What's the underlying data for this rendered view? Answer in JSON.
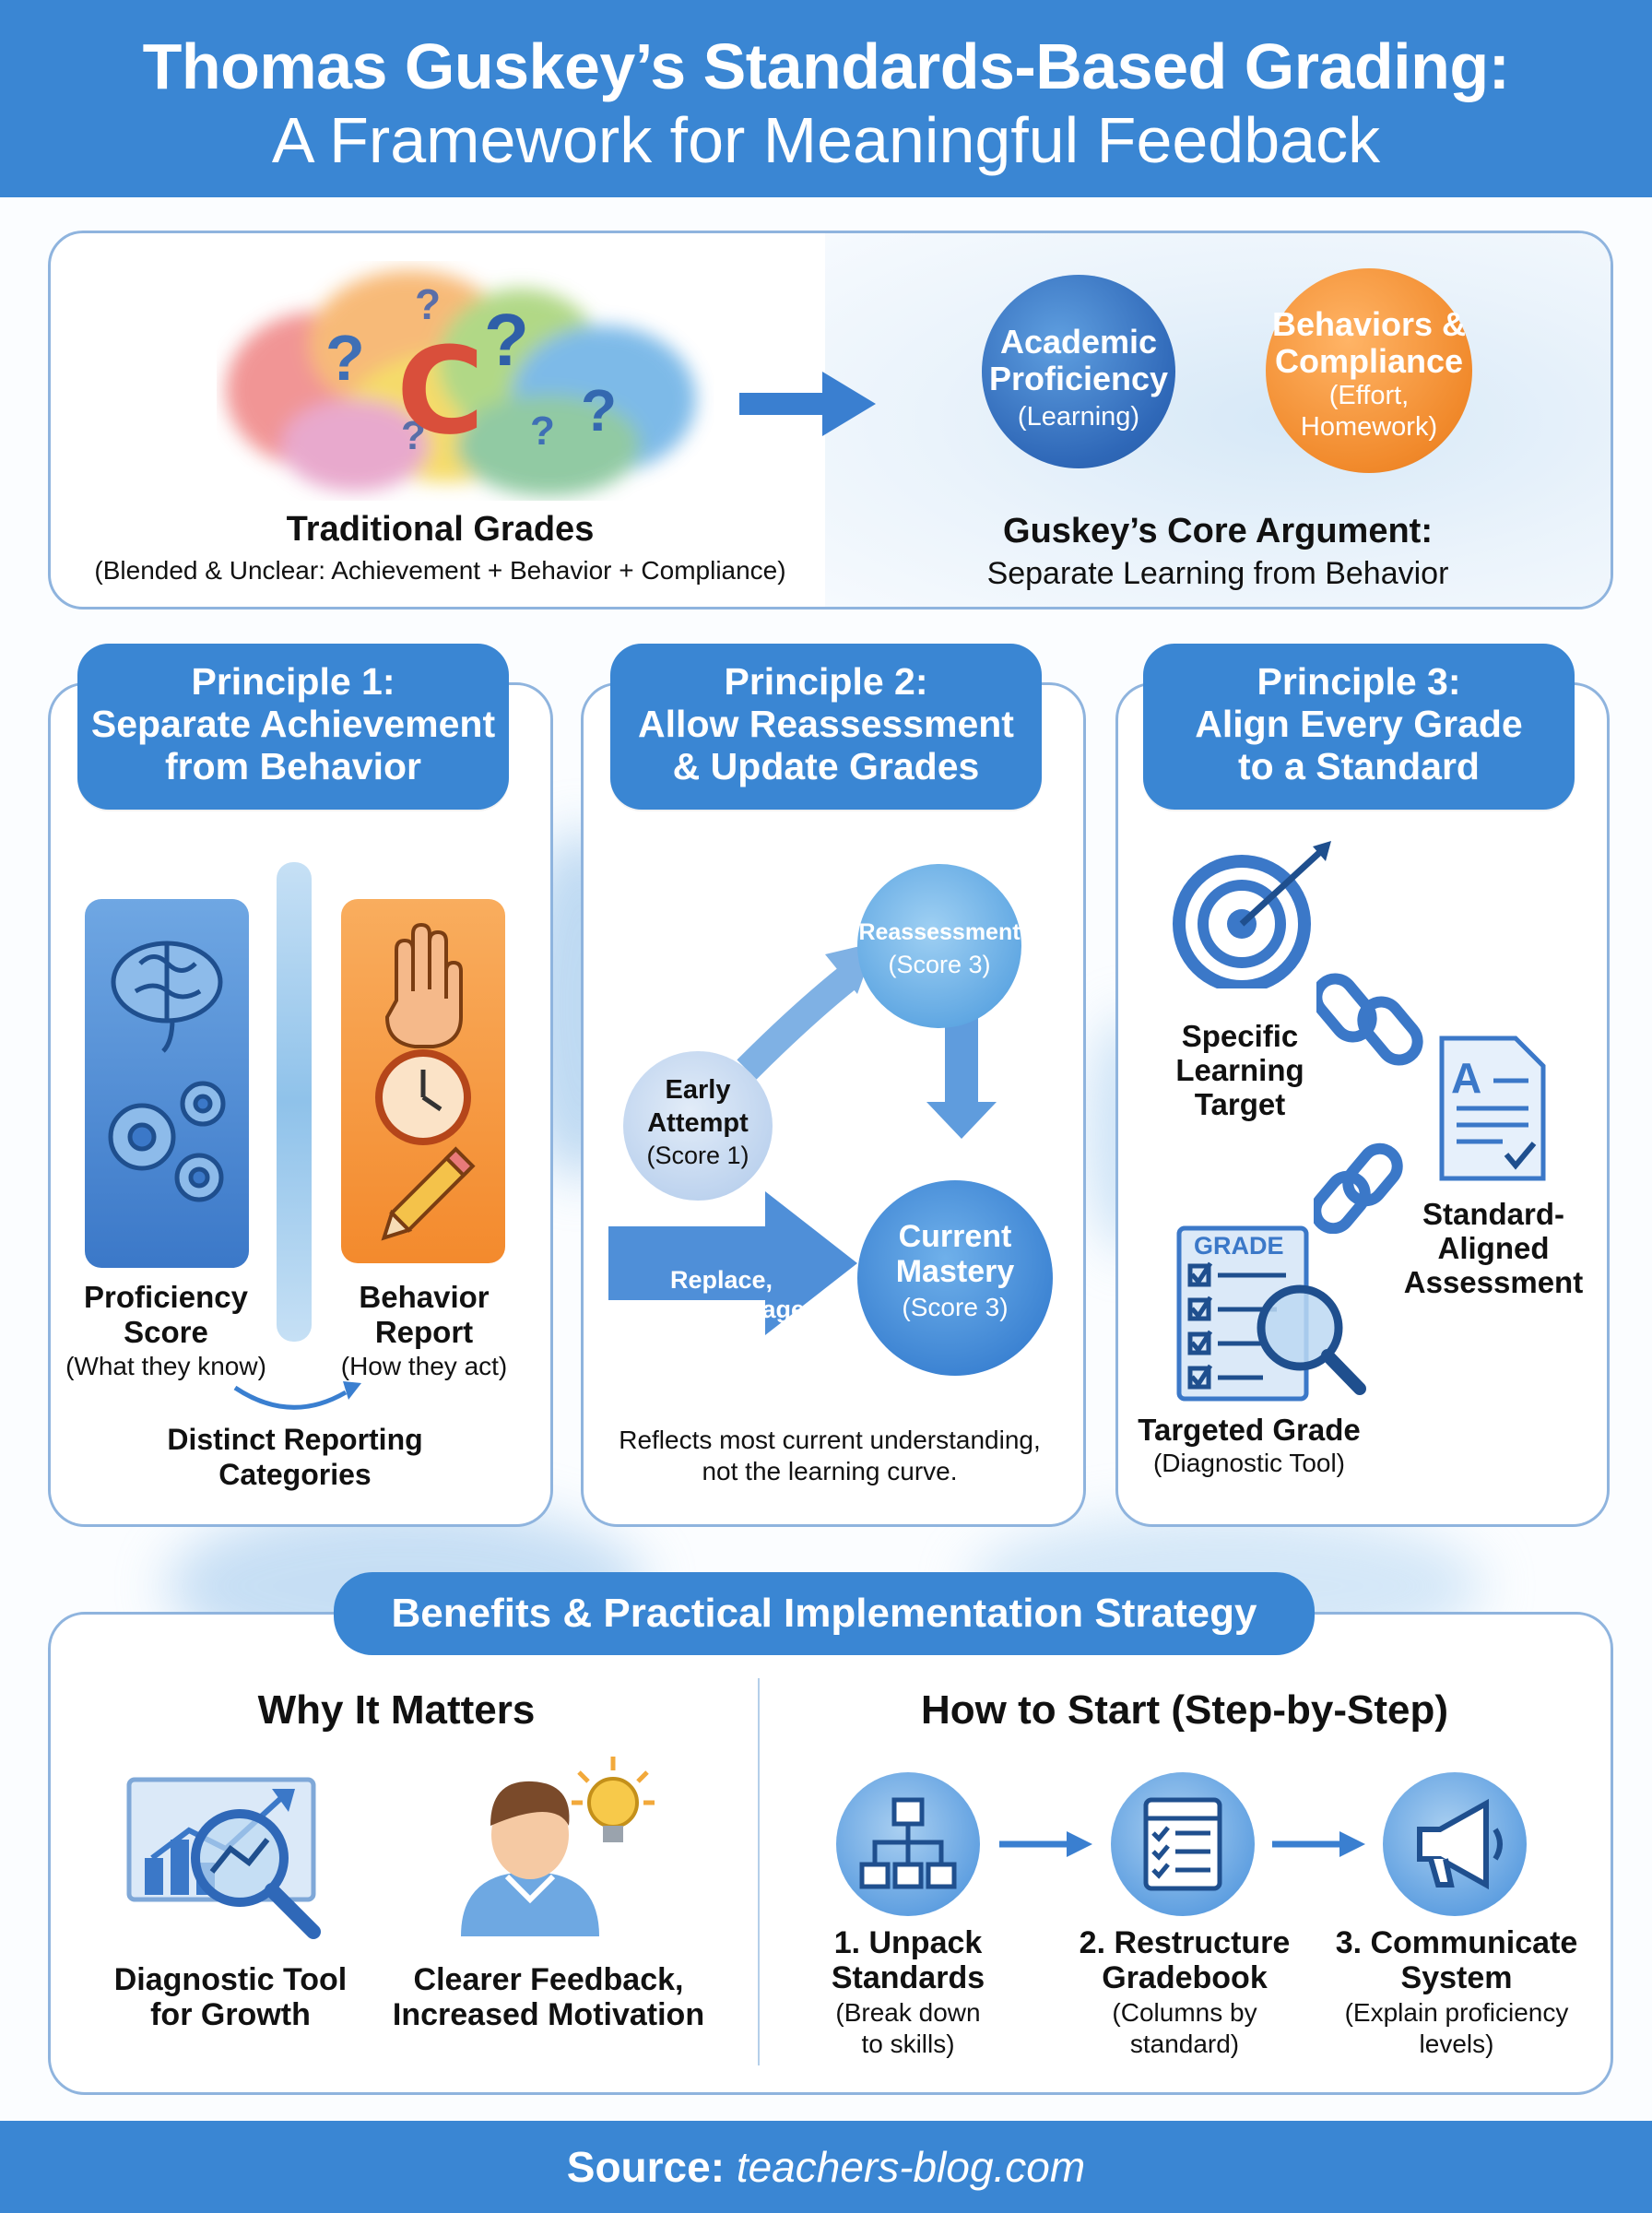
{
  "header": {
    "title_line1": "Thomas Guskey’s Standards-Based Grading:",
    "title_line2": "A Framework for Meaningful Feedback"
  },
  "top": {
    "traditional_symbol": "C",
    "question_mark": "?",
    "traditional_title": "Traditional Grades",
    "traditional_sub": "(Blended & Unclear: Achievement + Behavior + Compliance)",
    "academic_line1": "Academic",
    "academic_line2": "Proficiency",
    "academic_line3": "(Learning)",
    "behaviors_line1": "Behaviors &",
    "behaviors_line2": "Compliance",
    "behaviors_line3": "(Effort,",
    "behaviors_line4": "Homework)",
    "core_title": "Guskey’s Core Argument:",
    "core_sub": "Separate Learning from Behavior"
  },
  "principles": [
    {
      "pill_line1": "Principle 1:",
      "pill_line2": "Separate Achievement",
      "pill_line3": "from Behavior",
      "left_title1": "Proficiency",
      "left_title2": "Score",
      "left_sub": "(What they know)",
      "right_title1": "Behavior",
      "right_title2": "Report",
      "right_sub": "(How they act)",
      "bottom1": "Distinct Reporting",
      "bottom2": "Categories"
    },
    {
      "pill_line1": "Principle 2:",
      "pill_line2": "Allow Reassessment",
      "pill_line3": "& Update Grades",
      "reassess1": "Reassessment",
      "reassess2": "(Score 3)",
      "early1": "Early",
      "early2": "Attempt",
      "early3": "(Score 1)",
      "replace1": "Replace,",
      "replace2": "Don’t Average",
      "current1": "Current",
      "current2": "Mastery",
      "current3": "(Score 3)",
      "note1": "Reflects most current understanding,",
      "note2": "not the learning curve."
    },
    {
      "pill_line1": "Principle 3:",
      "pill_line2": "Align Every Grade",
      "pill_line3": "to a Standard",
      "target1": "Specific",
      "target2": "Learning",
      "target3": "Target",
      "assess1": "Standard-",
      "assess2": "Aligned",
      "assess3": "Assessment",
      "grade_word": "GRADE",
      "doc_letter": "A",
      "grade_title": "Targeted Grade",
      "grade_sub": "(Diagnostic Tool)"
    }
  ],
  "bottom": {
    "pill": "Benefits & Practical Implementation Strategy",
    "why_title": "Why It Matters",
    "why_items": [
      {
        "line1": "Diagnostic Tool",
        "line2": "for Growth"
      },
      {
        "line1": "Clearer Feedback,",
        "line2": "Increased Motivation"
      }
    ],
    "how_title": "How to Start (Step-by-Step)",
    "steps": [
      {
        "line1": "1. Unpack",
        "line2": "Standards",
        "sub1": "(Break down",
        "sub2": "to skills)"
      },
      {
        "line1": "2. Restructure",
        "line2": "Gradebook",
        "sub1": "(Columns by",
        "sub2": "standard)"
      },
      {
        "line1": "3. Communicate",
        "line2": "System",
        "sub1": "(Explain proficiency",
        "sub2": "levels)"
      }
    ]
  },
  "footer": {
    "label": "Source:",
    "value": "teachers-blog.com"
  },
  "colors": {
    "primary_blue": "#3a86d3",
    "orange": "#f18a2c",
    "border_blue": "#8fb4de"
  }
}
